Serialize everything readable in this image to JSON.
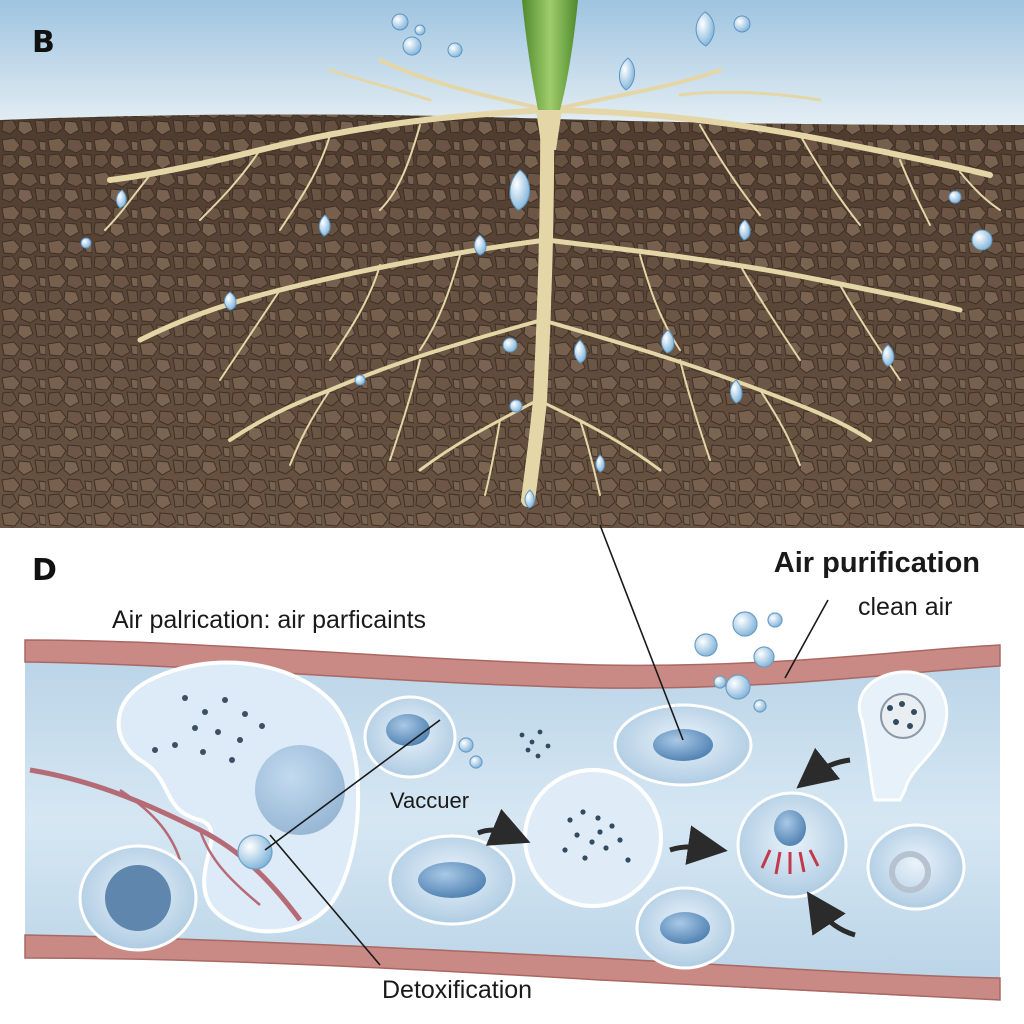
{
  "panel_b": {
    "letter": "B",
    "icons": [
      "plant-stem-icon",
      "root-system-icon",
      "water-droplet-icon",
      "soil-icon"
    ]
  },
  "panel_d": {
    "letter": "D",
    "title": "Air purification",
    "caption_top": "Air palrication: air parficaints",
    "label_clean_air": "clean air",
    "label_vacuole": "Vaccuer",
    "label_detox": "Detoxification",
    "icons": [
      "cell-icon",
      "vacuole-icon",
      "nucleus-icon",
      "arrow-icon",
      "air-bubble-icon",
      "vessel-wall-icon"
    ]
  },
  "colors": {
    "sky": "#bcd7e8",
    "soil": "#5a4738",
    "root": "#e4d6a6",
    "stem": "#6aa244",
    "water": "#b9dcf3",
    "tissue": "#cfe3f1",
    "vessel_wall": "#c78b86",
    "cell_fill": "#dbeaf6",
    "nucleus": "#6f9ec9"
  }
}
